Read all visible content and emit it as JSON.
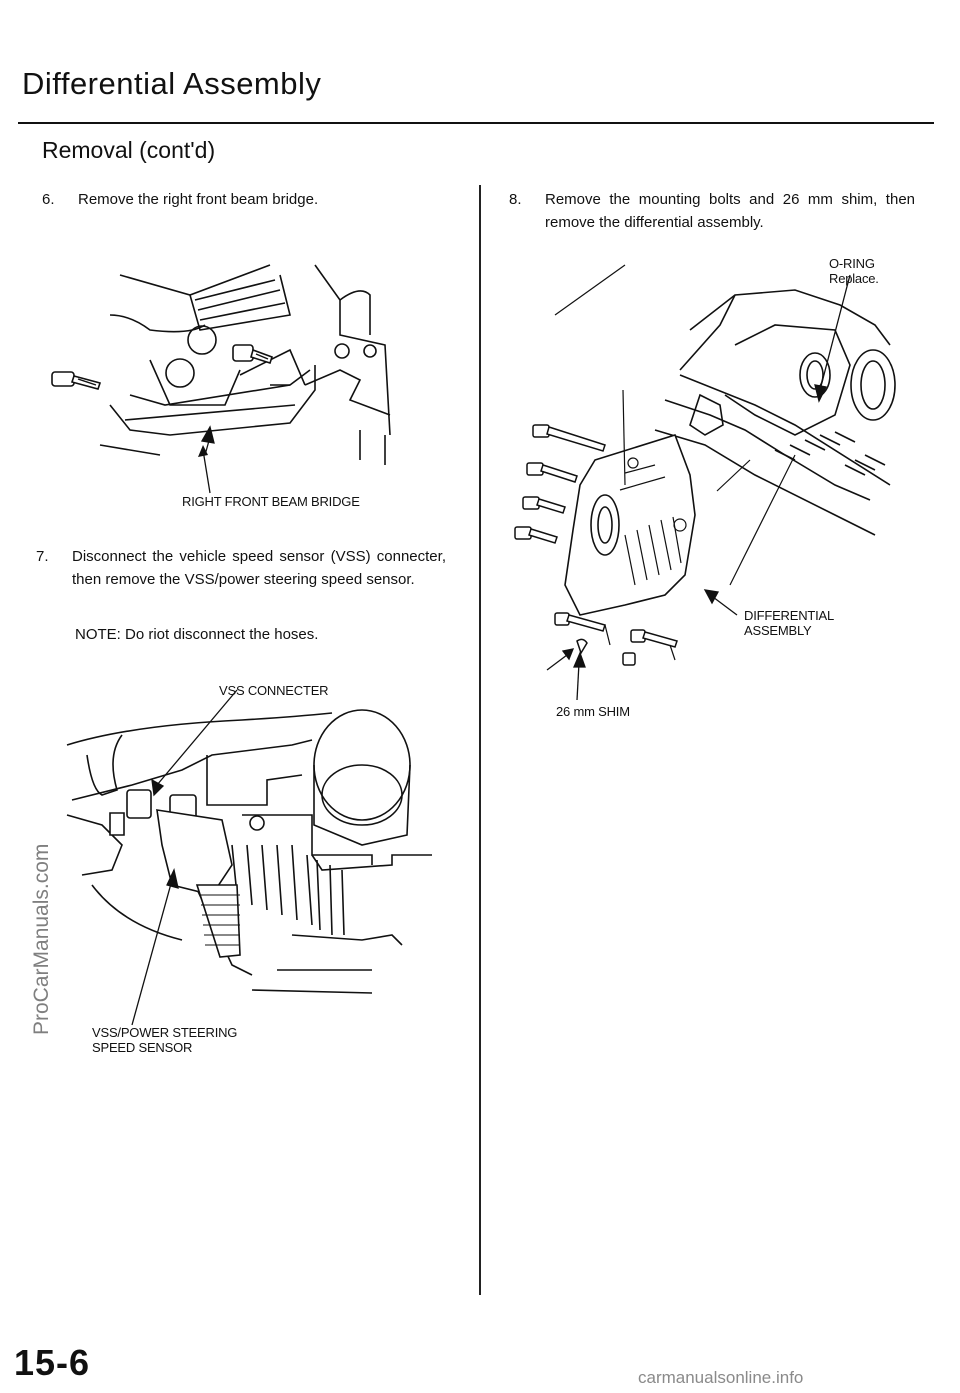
{
  "header": {
    "title": "Differential Assembly",
    "subtitle": "Removal (cont'd)"
  },
  "steps": [
    {
      "number": "6.",
      "text": "Remove the right front beam bridge."
    },
    {
      "number": "7.",
      "text": "Disconnect the vehicle speed sensor (VSS) connecter, then remove the VSS/power steering speed sensor."
    },
    {
      "number": "8.",
      "text": "Remove the mounting bolts and 26 mm shim, then remove the differential assembly."
    }
  ],
  "note": "NOTE: Do riot disconnect the hoses.",
  "labels": {
    "right_front_beam_bridge": "RIGHT FRONT BEAM BRIDGE",
    "vss_connecter": "VSS CONNECTER",
    "vss_sensor_line1": "VSS/POWER STEERING",
    "vss_sensor_line2": "SPEED SENSOR",
    "o_ring_line1": "O-RING",
    "o_ring_line2": "Replace.",
    "differential_line1": "DIFFERENTIAL",
    "differential_line2": "ASSEMBLY",
    "shim": "26 mm SHIM"
  },
  "footer": {
    "page_number": "15-6",
    "watermark_left": "ProCarManuals.com",
    "watermark_right": "carmanualsonline.info"
  }
}
